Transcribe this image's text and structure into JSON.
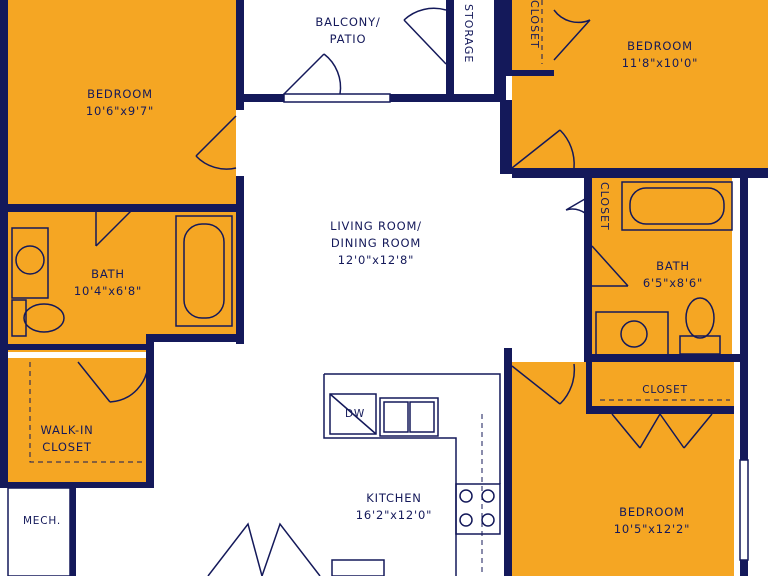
{
  "colors": {
    "room_fill": "#f5a623",
    "wall": "#14195a",
    "open_area": "#ffffff",
    "fixture_outline": "#14195a"
  },
  "rooms": {
    "bedroom_1": {
      "name": "BEDROOM",
      "dims": "10'6\"x9'7\""
    },
    "bath_1": {
      "name": "BATH",
      "dims": "10'4\"x6'8\""
    },
    "walk_in_closet": {
      "name_line1": "WALK-IN",
      "name_line2": "CLOSET"
    },
    "mech": {
      "name": "MECH."
    },
    "balcony": {
      "name_line1": "BALCONY/",
      "name_line2": "PATIO"
    },
    "storage": {
      "name": "STORAGE"
    },
    "living": {
      "name_line1": "LIVING ROOM/",
      "name_line2": "DINING ROOM",
      "dims": "12'0\"x12'8\""
    },
    "closet_top": {
      "name": "CLOSET"
    },
    "bedroom_2": {
      "name": "BEDROOM",
      "dims": "11'8\"x10'0\""
    },
    "closet_small": {
      "name": "CLOSET"
    },
    "bath_2": {
      "name": "BATH",
      "dims": "6'5\"x8'6\""
    },
    "closet_right": {
      "name": "CLOSET"
    },
    "kitchen": {
      "name": "KITCHEN",
      "dims": "16'2\"x12'0\""
    },
    "bedroom_3": {
      "name": "BEDROOM",
      "dims": "10'5\"x12'2\""
    }
  },
  "fixtures": {
    "dishwasher": "DW"
  }
}
